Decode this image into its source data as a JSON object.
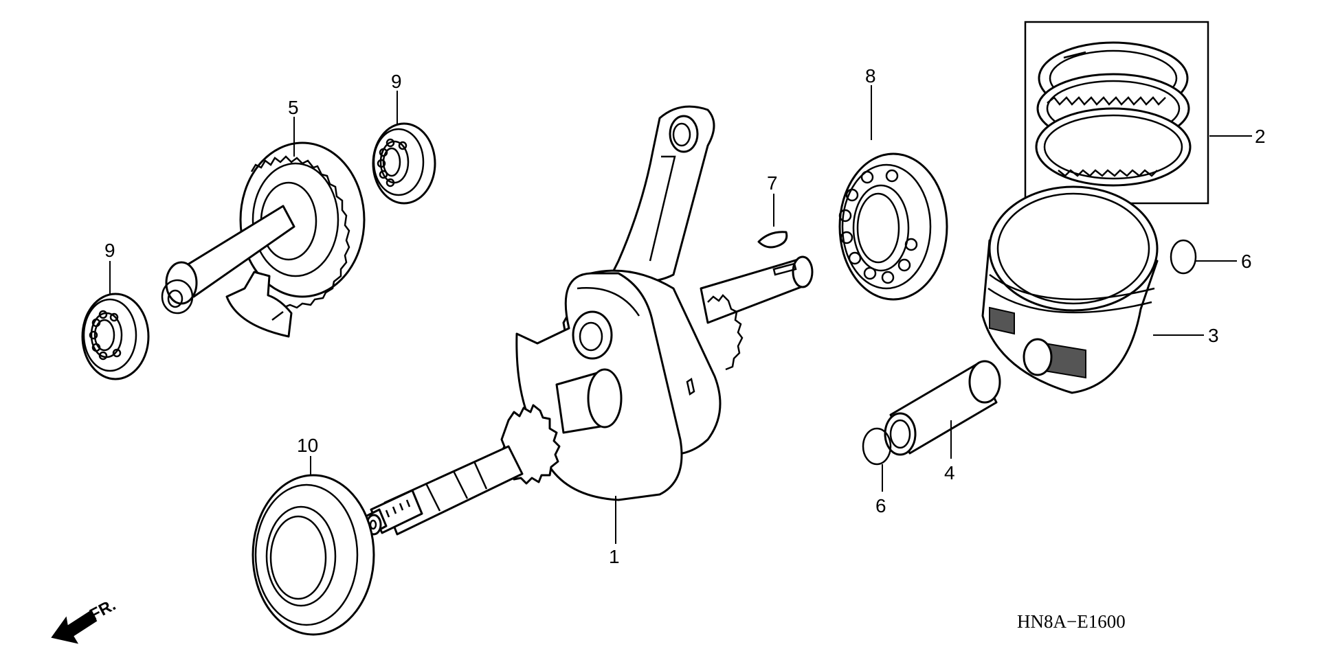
{
  "diagram": {
    "drawing_code": "HN8A−E1600",
    "direction_label": "FR.",
    "callouts": {
      "crankshaft": "1",
      "piston_rings": "2",
      "piston": "3",
      "piston_pin": "4",
      "balancer_gear": "5",
      "clip_left": "6",
      "clip_right": "6",
      "key": "7",
      "bearing_large": "8",
      "bearing_upper": "9",
      "bearing_left": "9",
      "oil_seal": "10"
    }
  }
}
